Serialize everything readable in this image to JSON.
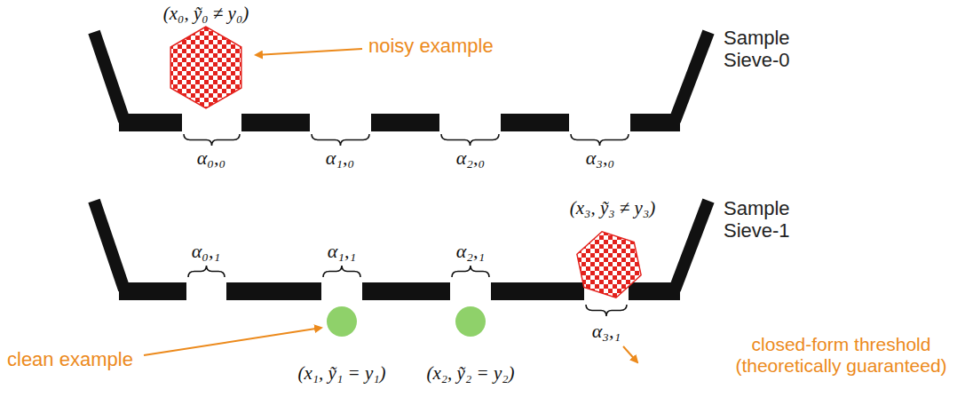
{
  "diagram": {
    "labels": [
      "(x₀, ỹ₀ ≠ y₀)",
      "noisy example",
      "Sample Sieve-0",
      "α₀,₀",
      "α₁,₀",
      "α₂,₀",
      "α₃,₀",
      "(x₃, ỹ₃ ≠ y₃)",
      "α₀,₁",
      "α₁,₁",
      "α₂,₁",
      "Sample Sieve-1",
      "α₃,₁",
      "clean example",
      "(x₁, ỹ₁ = y₁)",
      "(x₂, ỹ₂ = y₂)",
      "closed-form threshold (theoretically guaranteed)"
    ]
  }
}
